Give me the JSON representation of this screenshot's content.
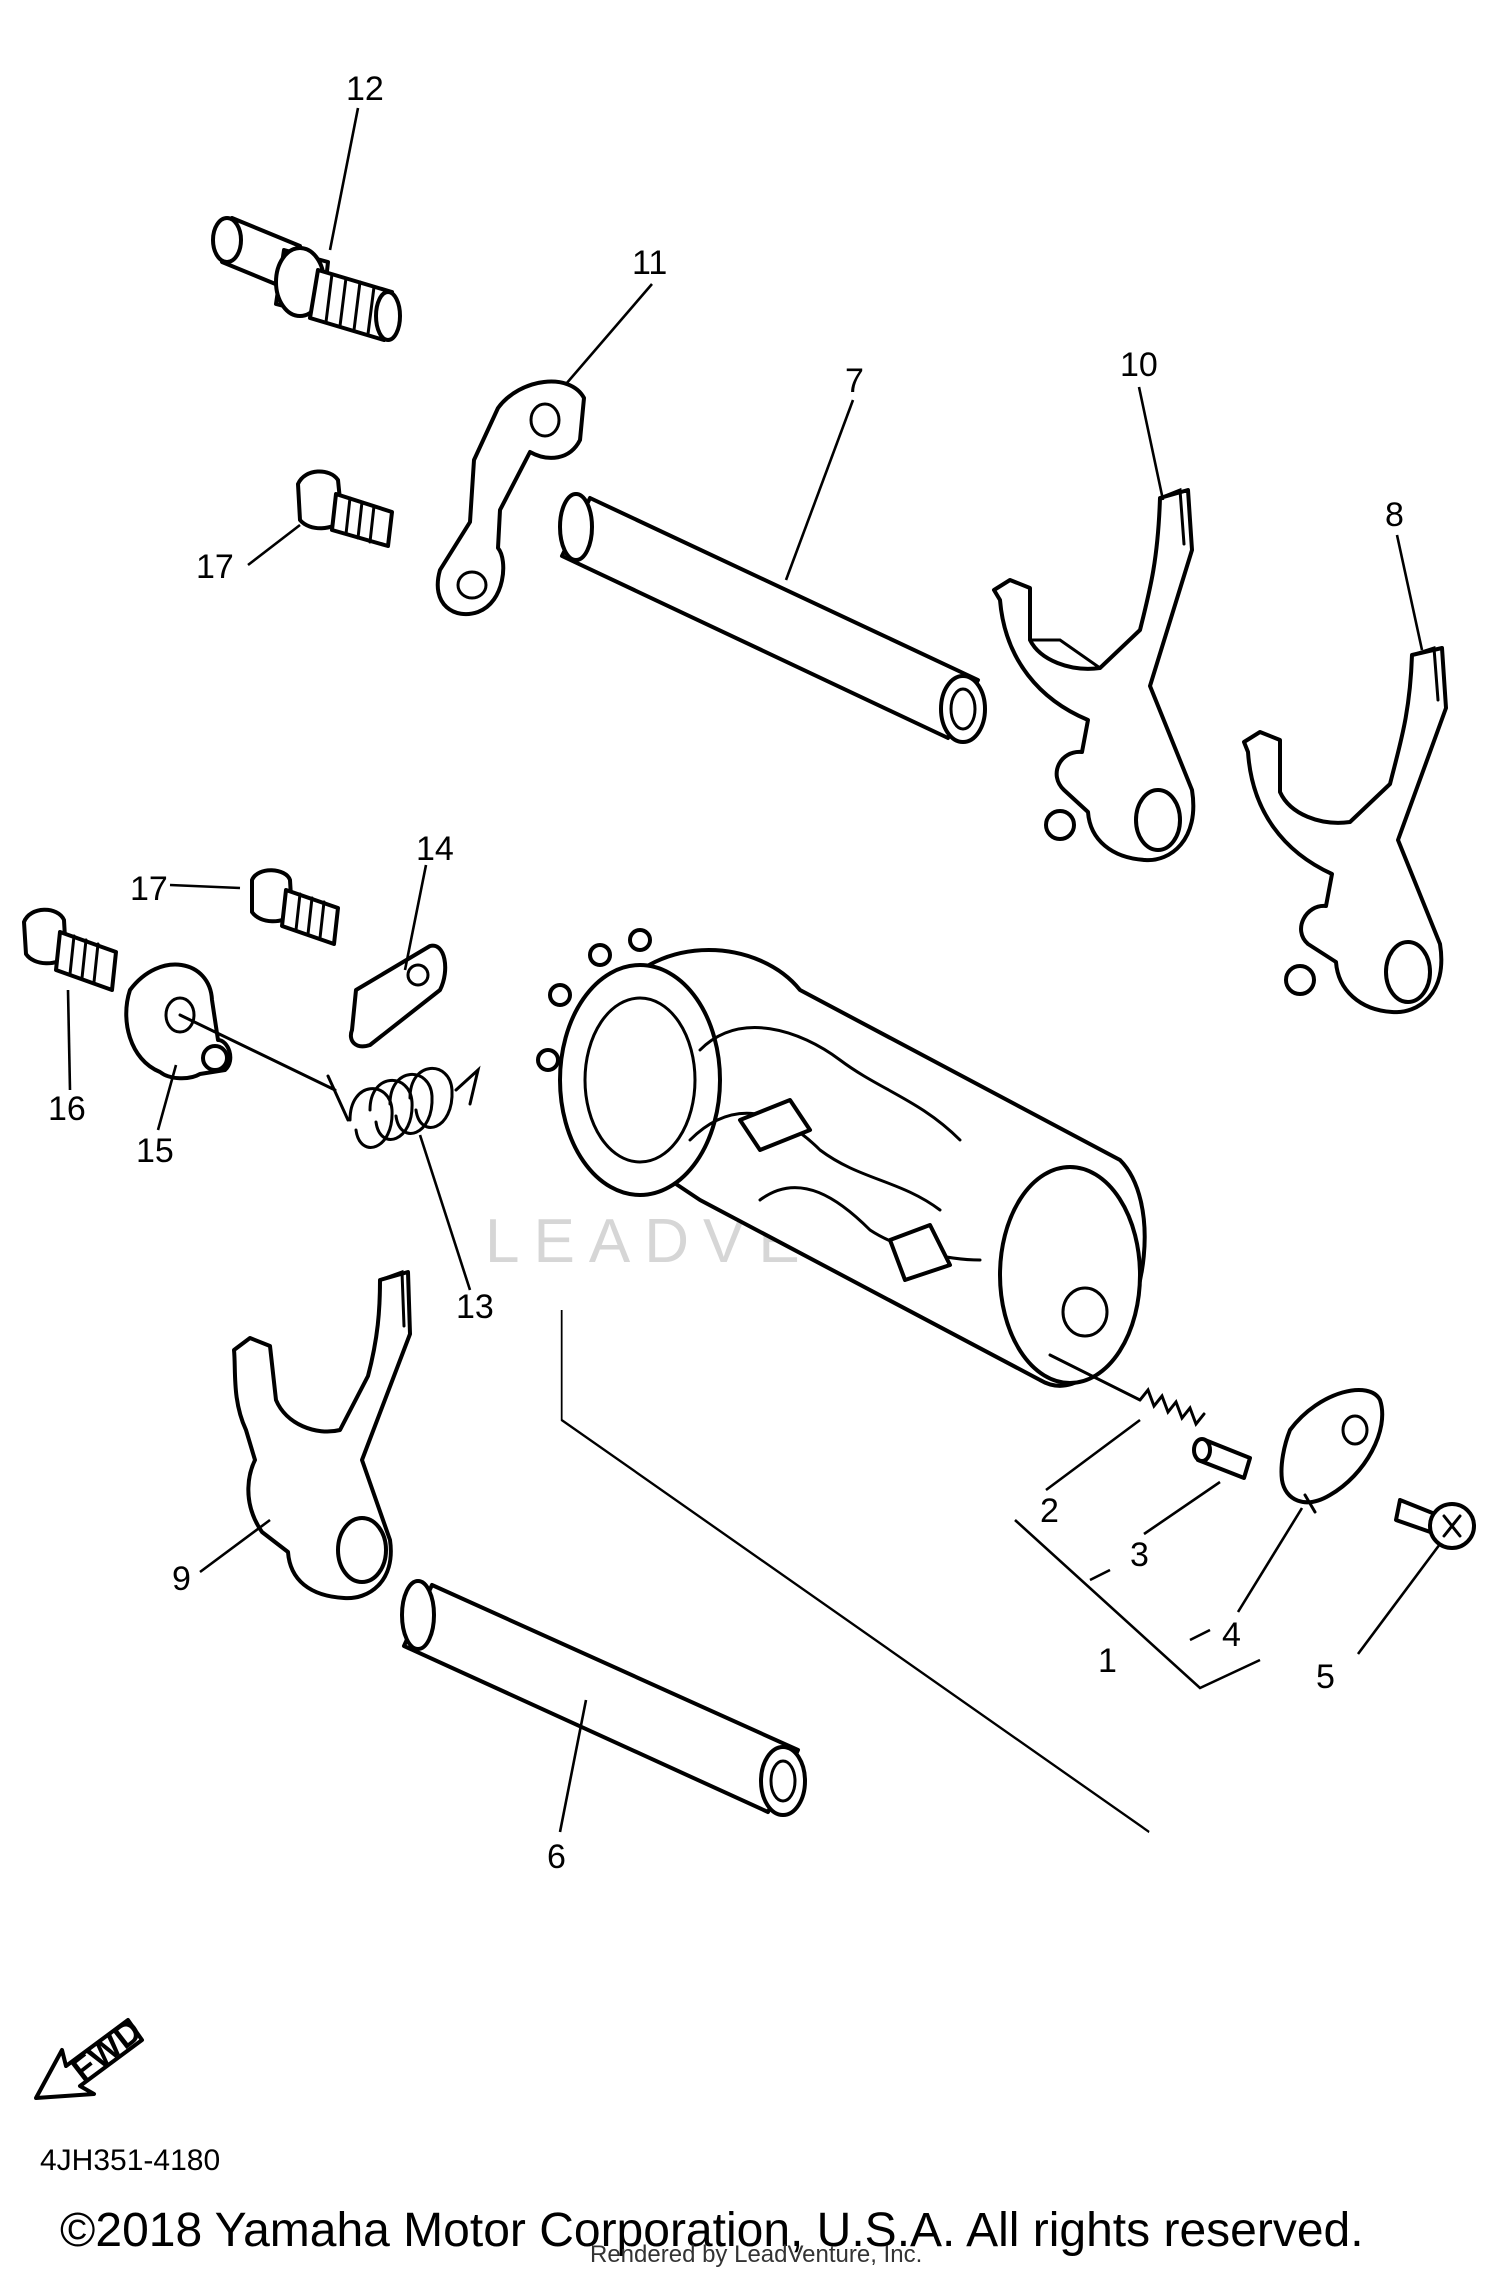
{
  "diagram": {
    "part_labels": {
      "p1": "1",
      "p2": "2",
      "p3": "3",
      "p4": "4",
      "p5": "5",
      "p6": "6",
      "p7": "7",
      "p8": "8",
      "p9": "9",
      "p10": "10",
      "p11": "11",
      "p12": "12",
      "p13": "13",
      "p14": "14",
      "p15": "15",
      "p16": "16",
      "p17a": "17",
      "p17b": "17"
    },
    "watermark": "LEADVENTURE",
    "fwd_label": "FWD",
    "diagram_code": "4JH351-4180",
    "copyright": "©2018 Yamaha Motor Corporation, U.S.A. All rights reserved.",
    "rendered_by": "Rendered by LeadVenture, Inc."
  }
}
